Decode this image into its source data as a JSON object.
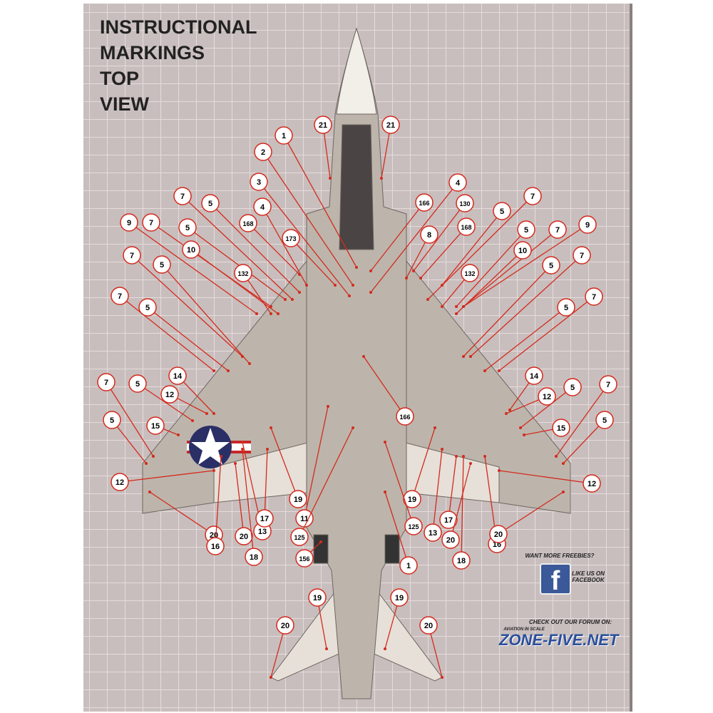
{
  "title": [
    "INSTRUCTIONAL",
    "MARKINGS",
    "TOP",
    "VIEW"
  ],
  "callouts": [
    "1",
    "2",
    "3",
    "4",
    "21",
    "21",
    "7",
    "5",
    "168",
    "173",
    "9",
    "7",
    "5",
    "10",
    "7",
    "5",
    "132",
    "7",
    "5",
    "14",
    "12",
    "5",
    "7",
    "15",
    "5",
    "12",
    "20",
    "16",
    "20",
    "18",
    "13",
    "17",
    "19",
    "11",
    "125",
    "156",
    "166",
    "19",
    "20",
    "166",
    "4",
    "130",
    "8",
    "168",
    "5",
    "7",
    "5",
    "7",
    "9",
    "10",
    "132",
    "7",
    "5",
    "7",
    "5",
    "14",
    "12",
    "5",
    "7",
    "15",
    "5",
    "12",
    "19",
    "125",
    "13",
    "17",
    "20",
    "18",
    "16",
    "20",
    "1",
    "19",
    "20"
  ],
  "footer": {
    "freebies": "WANT MORE FREEBIES?",
    "facebook_icon": "f",
    "like": "LIKE US ON FACEBOOK",
    "forum": "CHECK OUT OUR FORUM ON:",
    "aviation": "AVIATION IN SCALE",
    "site": "ZONE-FIVE.NET"
  },
  "colors": {
    "callout": "#d42a1e",
    "sheet": "#c8bebd",
    "aircraft": "#b8b0a6"
  }
}
